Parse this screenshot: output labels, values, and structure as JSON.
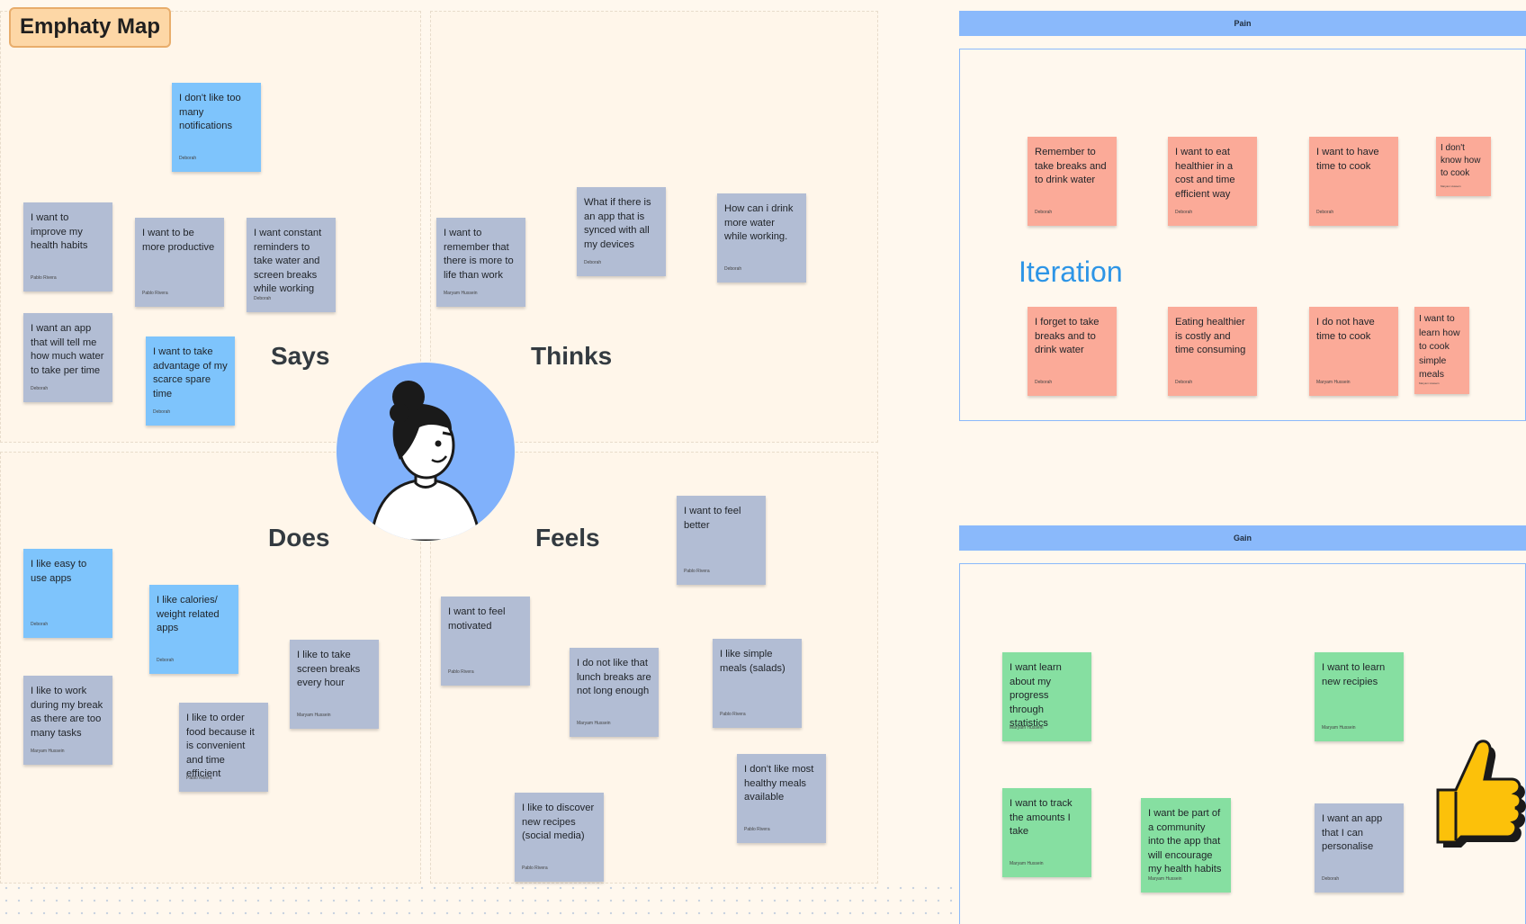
{
  "board": {
    "title": "Emphaty Map",
    "quadrants": {
      "says": "Says",
      "thinks": "Thinks",
      "does": "Does",
      "feels": "Feels"
    }
  },
  "says_notes": [
    {
      "text": "I don't like too many notifications",
      "author": "Deborah"
    },
    {
      "text": "I want to improve my health habits",
      "author": "Pablo Rivera"
    },
    {
      "text": "I want to be more productive",
      "author": "Pablo Rivera"
    },
    {
      "text": "I want constant reminders to take water and screen breaks while working",
      "author": "Deborah"
    },
    {
      "text": "I want an app that will tell me how much water to take per time",
      "author": "Deborah"
    },
    {
      "text": "I want to take advantage of my scarce spare time",
      "author": "Deborah"
    }
  ],
  "thinks_notes": [
    {
      "text": "I want to remember that there is more to life than work",
      "author": "Maryam Hussein"
    },
    {
      "text": "What if there is an app that is synced with all my devices",
      "author": "Deborah"
    },
    {
      "text": "How can i drink more water while working.",
      "author": "Deborah"
    }
  ],
  "does_notes": [
    {
      "text": "I like easy to use apps",
      "author": "Deborah"
    },
    {
      "text": "I like calories/ weight related apps",
      "author": "Deborah"
    },
    {
      "text": "I like to take screen breaks every hour",
      "author": "Maryam Hussein"
    },
    {
      "text": "I like to work during my break as there are too many tasks",
      "author": "Maryam Hussein"
    },
    {
      "text": "I like to order food because it is convenient and time efficient",
      "author": "Pablo Rivera"
    }
  ],
  "feels_notes": [
    {
      "text": "I want to feel better",
      "author": "Pablo Rivera"
    },
    {
      "text": "I want to feel motivated",
      "author": "Pablo Rivera"
    },
    {
      "text": "I do not like that lunch breaks are not long enough",
      "author": "Maryam Hussein"
    },
    {
      "text": "I like simple meals (salads)",
      "author": "Pablo Rivera"
    },
    {
      "text": "I don't like most healthy meals available",
      "author": "Pablo Rivera"
    },
    {
      "text": "I like to discover new recipes (social media)",
      "author": "Pablo Rivera"
    }
  ],
  "pain": {
    "header": "Pain",
    "iteration_label": "Iteration",
    "notes": [
      {
        "text": "Remember to take breaks and to drink water",
        "author": "Deborah"
      },
      {
        "text": "I want to eat healthier in a cost and time efficient way",
        "author": "Deborah"
      },
      {
        "text": "I want to have time to cook",
        "author": "Deborah"
      },
      {
        "text": "I don't know how to cook",
        "author": "Maryam Hussein"
      },
      {
        "text": "I forget to take breaks and to drink water",
        "author": "Deborah"
      },
      {
        "text": "Eating healthier is costly and time consuming",
        "author": "Deborah"
      },
      {
        "text": "I do not have time to cook",
        "author": "Maryam Hussein"
      },
      {
        "text": "I want to learn how to cook simple meals",
        "author": "Maryam Hussein"
      }
    ]
  },
  "gain": {
    "header": "Gain",
    "notes": [
      {
        "text": "I want learn about my progress through statistics",
        "author": "Maryam Hussein"
      },
      {
        "text": "I want to learn new recipies",
        "author": "Maryam Hussein"
      },
      {
        "text": "I want to track the amounts I take",
        "author": "Maryam Hussein"
      },
      {
        "text": "I want be part of a community into the app that will encourage my health habits",
        "author": "Maryam Hussein"
      },
      {
        "text": "I want an app that I can personalise",
        "author": "Deborah"
      }
    ]
  },
  "icons": {
    "avatar": "person-avatar",
    "thumbs": "thumbs-up-icon"
  },
  "colors": {
    "blue_note": "#7ec4fc",
    "grey_note": "#b2bdd4",
    "red_note": "#fbaa98",
    "green_note": "#86dfa1",
    "header_bar": "#8ab9fb",
    "iteration_text": "#2d95e6"
  }
}
